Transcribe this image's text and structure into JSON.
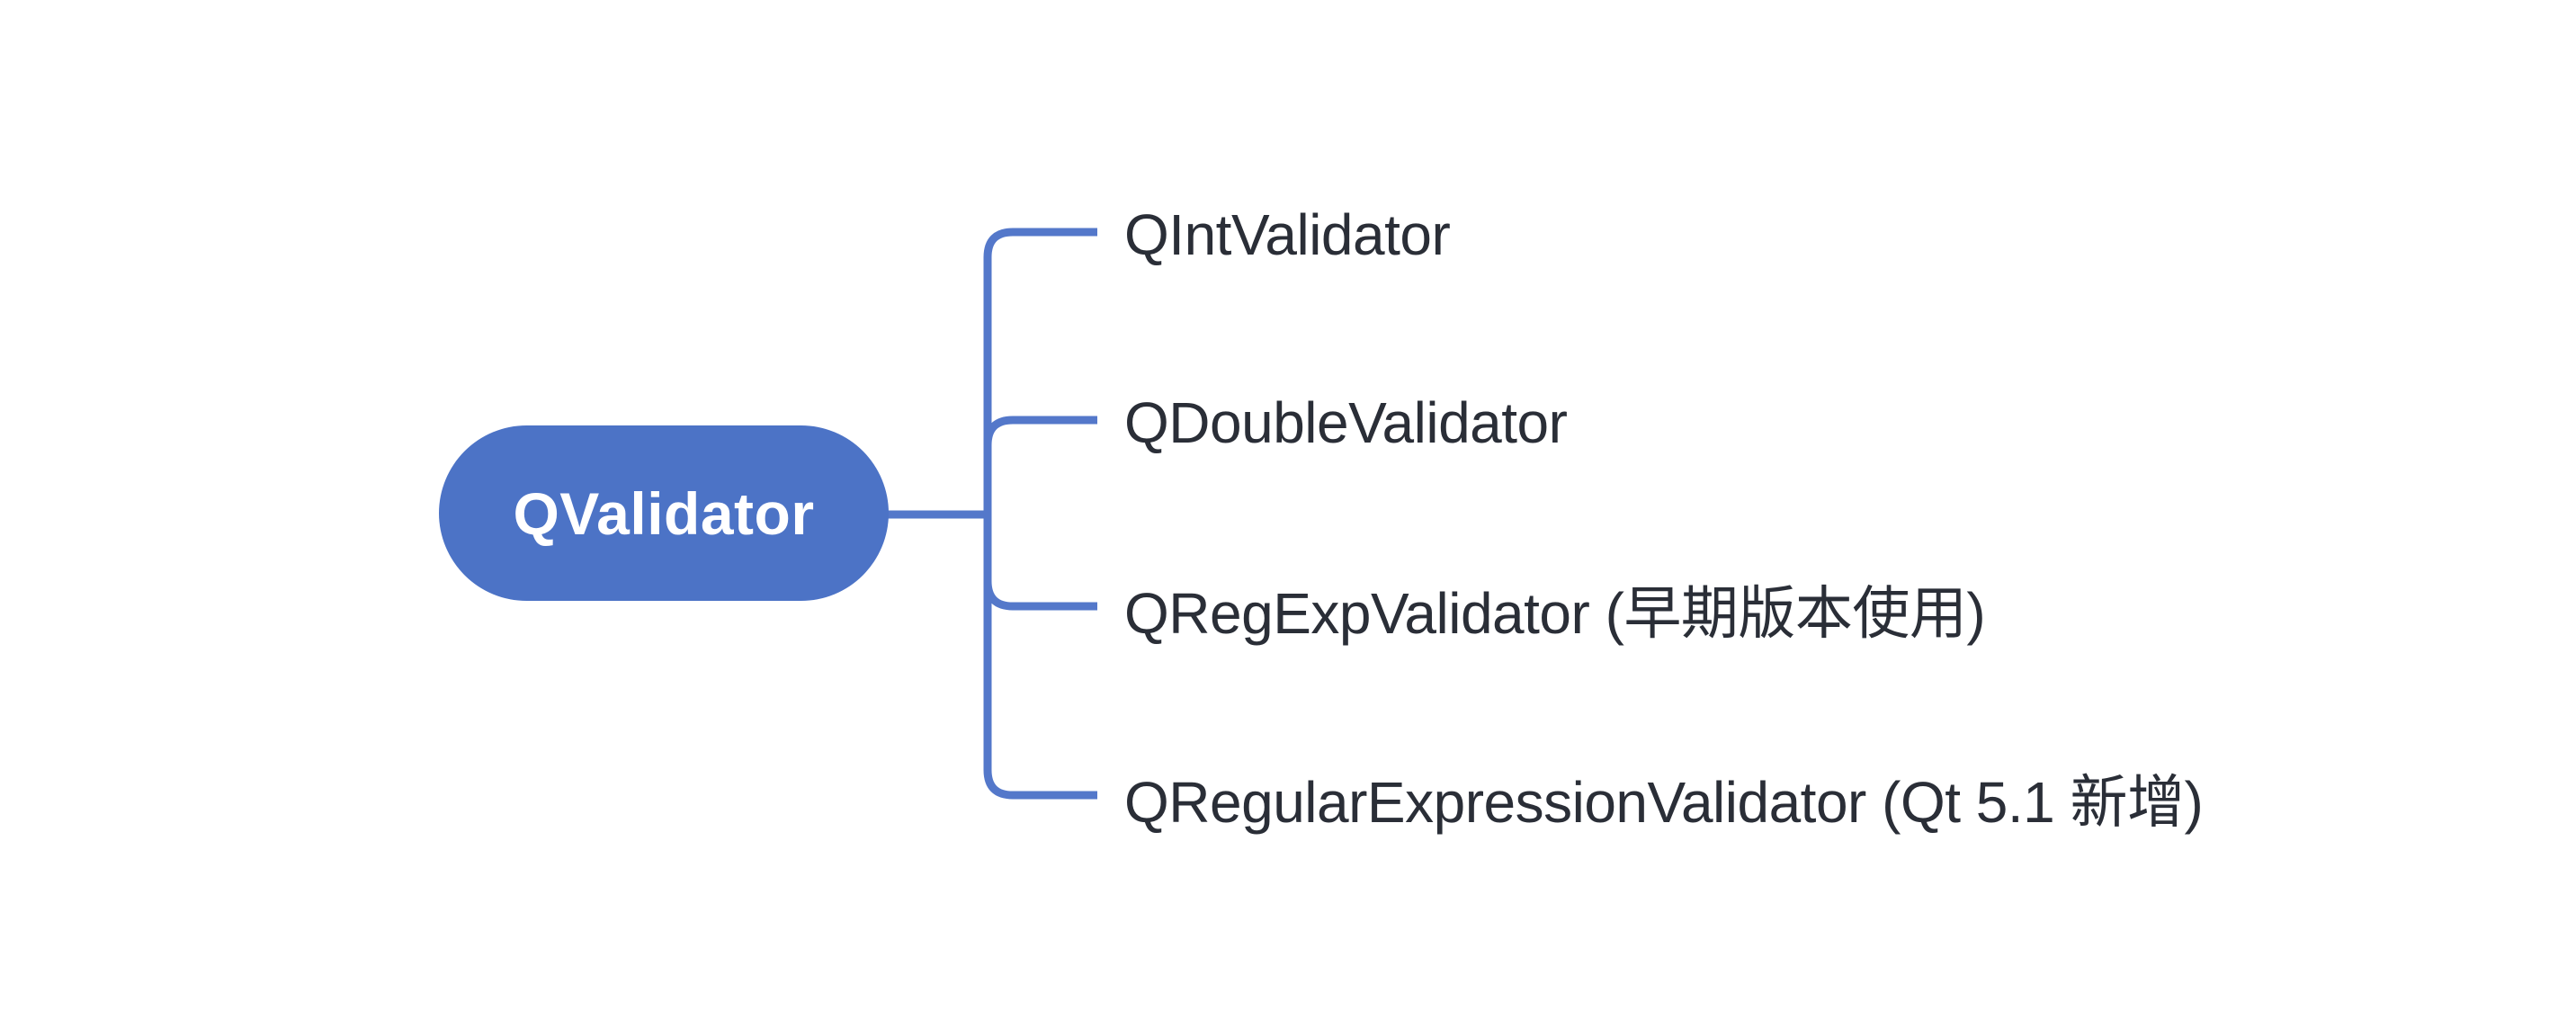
{
  "diagram": {
    "type": "mindmap",
    "root": {
      "label": "QValidator"
    },
    "children": [
      {
        "label": "QIntValidator"
      },
      {
        "label": "QDoubleValidator"
      },
      {
        "label": "QRegExpValidator (早期版本使用)"
      },
      {
        "label": "QRegularExpressionValidator (Qt 5.1 新增)"
      }
    ],
    "colors": {
      "node_fill": "#4C73C6",
      "node_text": "#FFFFFF",
      "connector": "#5478CA",
      "label_text": "#2A2E37",
      "background": "#FFFFFF"
    }
  }
}
